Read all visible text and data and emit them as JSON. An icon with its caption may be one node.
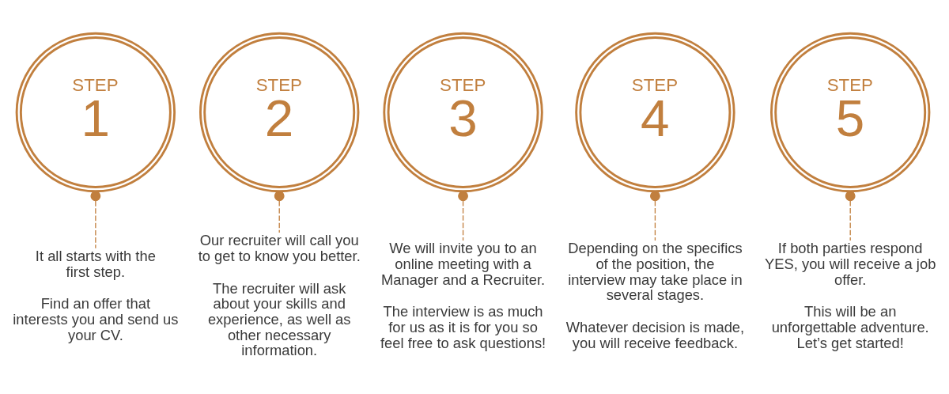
{
  "diagram": {
    "nodes": [
      {
        "text": [
          "STEP",
          "1"
        ]
      },
      {
        "text": [
          "It all starts with the first step.",
          "Find an offer that interests you and send us your CV."
        ]
      },
      {
        "text": [
          "STEP",
          "2"
        ]
      },
      {
        "text": [
          "Our recruiter will call you to get to know you better.",
          "The recruiter will ask about your skills and experience, as well as other necessary information."
        ]
      },
      {
        "text": [
          "STEP",
          "3"
        ]
      },
      {
        "text": [
          "We will invite you to an online meeting with a Manager and a Recruiter.",
          "The interview is as much for us as it is for you so feel free to ask questions!"
        ]
      },
      {
        "text": [
          "STEP",
          "4"
        ]
      },
      {
        "text": [
          "Depending on the specifics of the position, the interview may take place in several stages.",
          "Whatever decision is made, you will receive feedback."
        ]
      },
      {
        "text": [
          "STEP",
          "5"
        ]
      },
      {
        "text": [
          "If both parties respond YES, you will receive a job offer.",
          "This will be an unforgettable adventure. Let’s get started!"
        ]
      }
    ],
    "edges": [
      {
        "from": 0,
        "to": 1,
        "arrow": "other",
        "style": "dashed"
      },
      {
        "from": 2,
        "to": 3,
        "arrow": "other",
        "style": "dashed"
      },
      {
        "from": 4,
        "to": 5,
        "arrow": "other",
        "style": "dashed"
      },
      {
        "from": 6,
        "to": 7,
        "arrow": "other",
        "style": "dashed"
      },
      {
        "from": 8,
        "to": 9,
        "arrow": "other",
        "style": "dashed"
      }
    ]
  }
}
